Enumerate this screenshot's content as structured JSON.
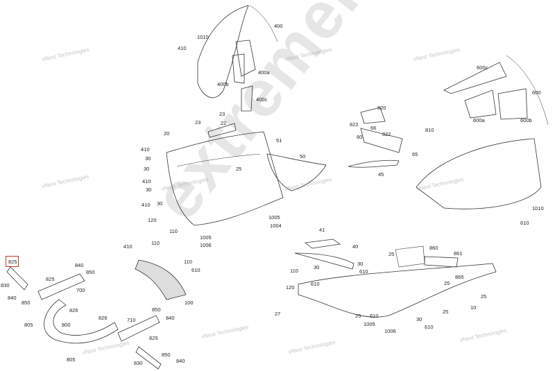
{
  "diagram": {
    "title": "Body parts exploded view",
    "highlighted_part": "825",
    "watermarks": {
      "small": "vNext Technologies",
      "large": "extremeline.ru"
    },
    "labels": [
      "400",
      "1010",
      "410",
      "400a",
      "400b",
      "400c",
      "23",
      "22",
      "23",
      "20",
      "410",
      "30",
      "30",
      "410",
      "30",
      "410",
      "30",
      "51",
      "50",
      "25",
      "45",
      "120",
      "110",
      "1005",
      "1004",
      "1005",
      "1006",
      "600c",
      "600",
      "600a",
      "600b",
      "820",
      "822",
      "66",
      "60",
      "822",
      "810",
      "65",
      "1010",
      "610",
      "825",
      "840",
      "850",
      "825",
      "830",
      "700",
      "840",
      "850",
      "826",
      "805",
      "800",
      "826",
      "710",
      "850",
      "840",
      "825",
      "850",
      "830",
      "840",
      "805",
      "410",
      "110",
      "110",
      "610",
      "100",
      "41",
      "40",
      "30",
      "30",
      "610",
      "110",
      "610",
      "120",
      "25",
      "860",
      "861",
      "865",
      "25",
      "25",
      "10",
      "25",
      "610",
      "25",
      "1005",
      "1006",
      "27",
      "30",
      "610"
    ]
  }
}
